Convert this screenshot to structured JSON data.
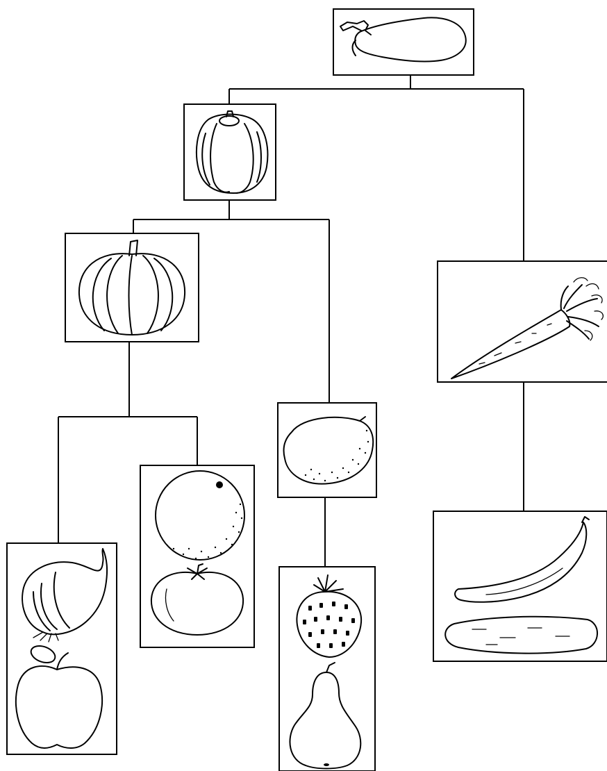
{
  "diagram": {
    "type": "hierarchy",
    "nodes": [
      {
        "id": "eggplant",
        "icons": [
          "eggplant-icon"
        ]
      },
      {
        "id": "bell-pepper",
        "icons": [
          "bell-pepper-icon"
        ]
      },
      {
        "id": "carrot",
        "icons": [
          "carrot-icon"
        ]
      },
      {
        "id": "pumpkin",
        "icons": [
          "pumpkin-icon"
        ]
      },
      {
        "id": "lemon",
        "icons": [
          "lemon-icon"
        ]
      },
      {
        "id": "banana-cucumber",
        "icons": [
          "banana-icon",
          "cucumber-icon"
        ]
      },
      {
        "id": "onion-apple",
        "icons": [
          "onion-icon",
          "apple-icon"
        ]
      },
      {
        "id": "orange-tomato",
        "icons": [
          "orange-icon",
          "tomato-icon"
        ]
      },
      {
        "id": "strawberry-pear",
        "icons": [
          "strawberry-icon",
          "pear-icon"
        ]
      }
    ],
    "edges": [
      [
        "eggplant",
        "bell-pepper"
      ],
      [
        "eggplant",
        "carrot"
      ],
      [
        "bell-pepper",
        "pumpkin"
      ],
      [
        "bell-pepper",
        "lemon"
      ],
      [
        "pumpkin",
        "onion-apple"
      ],
      [
        "pumpkin",
        "orange-tomato"
      ],
      [
        "lemon",
        "strawberry-pear"
      ],
      [
        "carrot",
        "banana-cucumber"
      ]
    ],
    "line_color": "#000000",
    "background_color": "#ffffff"
  }
}
